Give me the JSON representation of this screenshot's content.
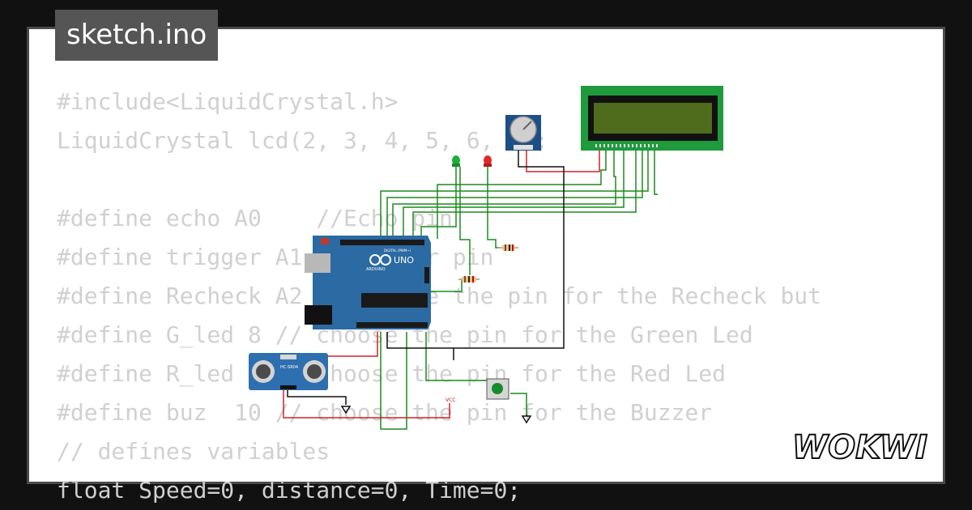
{
  "file_tab": {
    "label": "sketch.ino"
  },
  "code": {
    "lines": [
      "#include<LiquidCrystal.h>",
      "LiquidCrystal lcd(2, 3, 4, 5, 6, 7);",
      "",
      "#define echo A0    //Echo pin",
      "#define trigger A1 //Trigger pin",
      "#define Recheck A2 // choose the pin for the Recheck but",
      "#define G_led 8 // choose the pin for the Green Led",
      "#define R_led 9 // choose the pin for the Red Led",
      "#define buz  10 // choose the pin for the Buzzer",
      "// defines variables",
      "float Speed=0, distance=0, Time=0;"
    ]
  },
  "circuit": {
    "arduino_model": "UNO",
    "arduino_brand": "ARDUINO",
    "arduino_header": "DIGITAL (PWM~)",
    "sensor_label": "HC-SR04",
    "vcc_label": "VCC"
  },
  "brand": {
    "logo_text": "WOKWI"
  },
  "colors": {
    "background": "#111111",
    "panel": "#ffffff",
    "code_text": "#d0d0d0",
    "tab_bg": "#555555",
    "board_blue": "#2b6aa3",
    "wire_green": "#1d8a1d",
    "wire_red": "#d0202a",
    "wire_black": "#111111",
    "lcd_green": "#4a6a1a"
  }
}
